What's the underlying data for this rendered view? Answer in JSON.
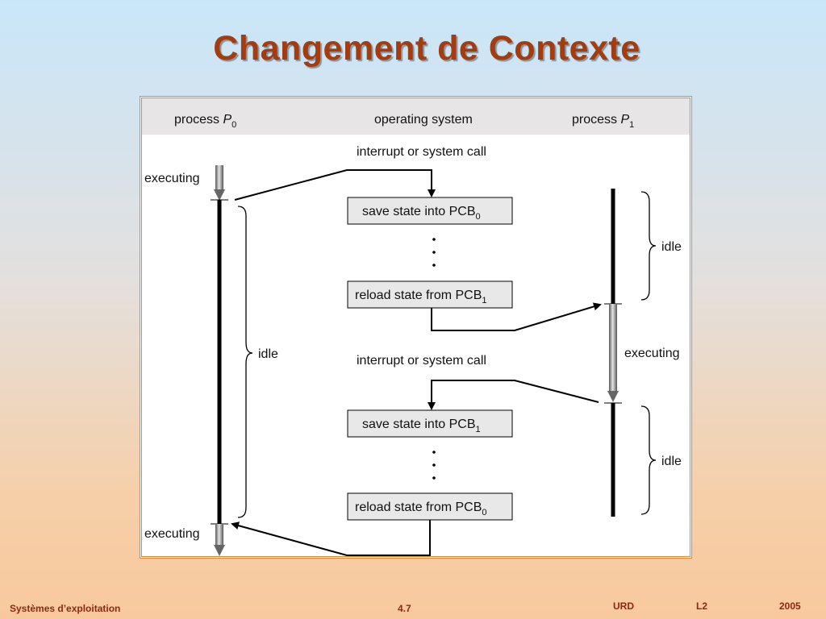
{
  "slide": {
    "title": "Changement de Contexte"
  },
  "diagram": {
    "headers": {
      "p0_prefix": "process ",
      "p0_var": "P",
      "p0_sub": "0",
      "os": "operating system",
      "p1_prefix": "process ",
      "p1_var": "P",
      "p1_sub": "1"
    },
    "labels": {
      "interrupt_1": "interrupt or system call",
      "interrupt_2": "interrupt or system call",
      "executing_p0_top": "executing",
      "executing_p0_bottom": "executing",
      "executing_p1": "executing",
      "idle_p0": "idle",
      "idle_p1_top": "idle",
      "idle_p1_bottom": "idle"
    },
    "boxes": {
      "save_pcb0_text": "save state into PCB",
      "save_pcb0_sub": "0",
      "reload_pcb1_text": "reload state from PCB",
      "reload_pcb1_sub": "1",
      "save_pcb1_text": "save state into PCB",
      "save_pcb1_sub": "1",
      "reload_pcb0_text": "reload state from PCB",
      "reload_pcb0_sub": "0"
    }
  },
  "footer": {
    "course": "Systèmes d’exploitation",
    "page": "4.7",
    "school": "URD",
    "level": "L2",
    "year": "2005"
  }
}
